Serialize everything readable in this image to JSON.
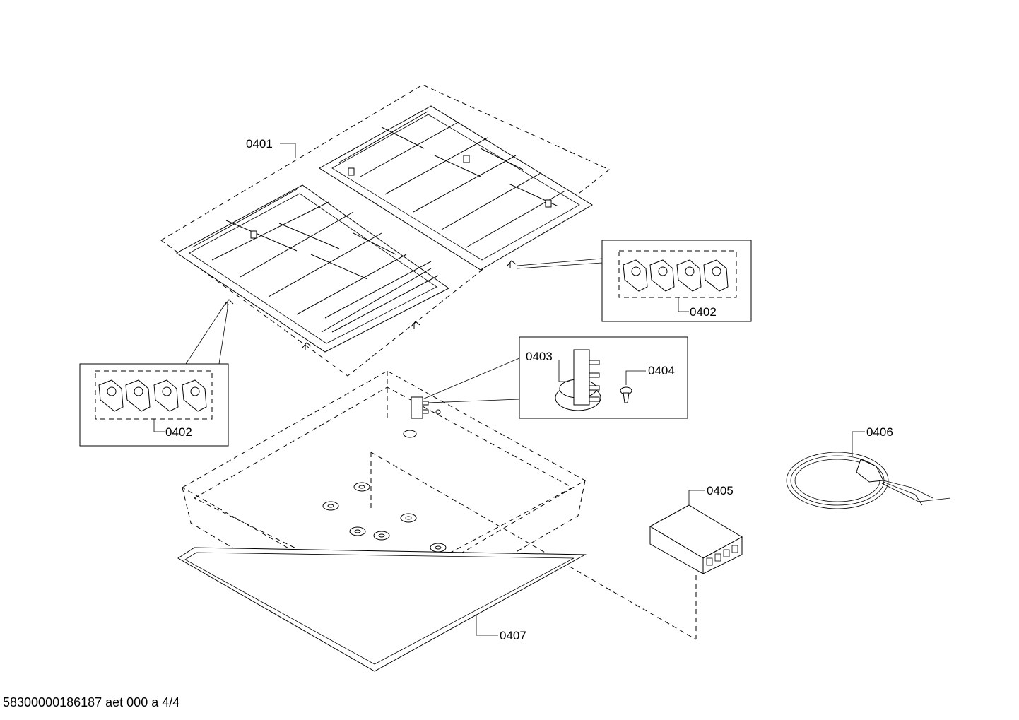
{
  "diagram": {
    "labels": {
      "p0401": "0401",
      "p0402a": "0402",
      "p0402b": "0402",
      "p0403": "0403",
      "p0404": "0404",
      "p0405": "0405",
      "p0406": "0406",
      "p0407": "0407"
    },
    "footer": "58300000186187 aet 000 a 4/4"
  }
}
